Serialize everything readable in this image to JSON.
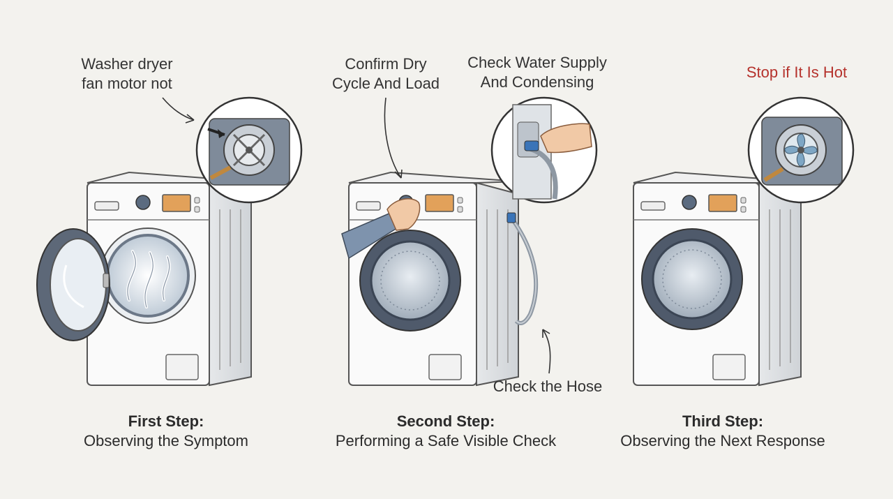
{
  "steps": [
    {
      "title": "First Step:",
      "subtitle": "Observing the Symptom",
      "callout_line1": "Washer dryer",
      "callout_line2": "fan motor not"
    },
    {
      "title": "Second Step:",
      "subtitle": "Performing a Safe Visible Check",
      "callout_a_line1": "Confirm Dry",
      "callout_a_line2": "Cycle And Load",
      "callout_b_line1": "Check Water Supply",
      "callout_b_line2": "And Condensing",
      "callout_c": "Check the Hose"
    },
    {
      "title": "Third Step:",
      "subtitle": "Observing the Next Response",
      "callout_warning": "Stop if It Is Hot"
    }
  ],
  "colors": {
    "background": "#f3f2ee",
    "machine_body": "#fafafa",
    "outline": "#555555",
    "door_ring": "#4f5a6b",
    "display": "#e2a15a",
    "warning_text": "#b5322c"
  },
  "icons": [
    "fan-motor-icon",
    "water-valve-icon",
    "arrow-icon",
    "hand-icon"
  ]
}
